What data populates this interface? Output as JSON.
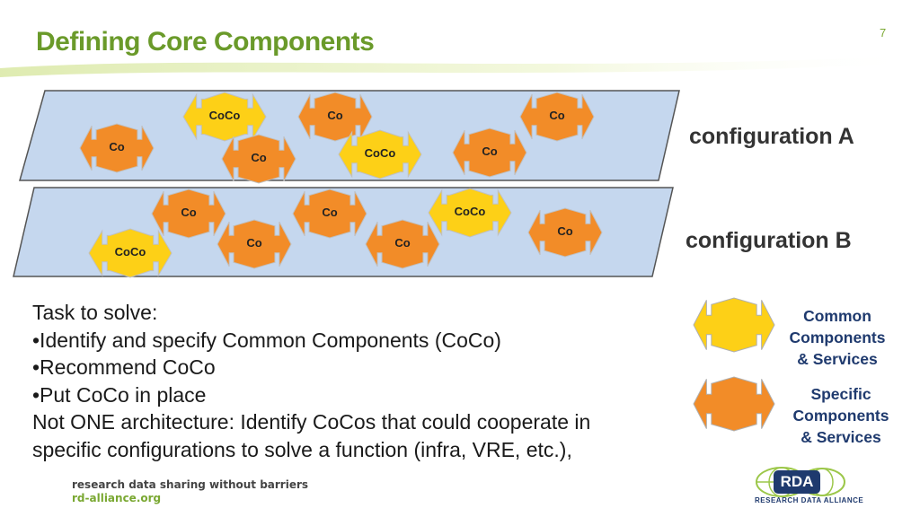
{
  "page": {
    "title": "Defining Core Components",
    "number": "7"
  },
  "configurations": [
    {
      "label": "configuration A"
    },
    {
      "label": "configuration B"
    }
  ],
  "components_a": [
    "CoCo",
    "Co",
    "Co",
    "Co",
    "Co",
    "CoCo",
    "Co"
  ],
  "components_b": [
    "Co",
    "Co",
    "CoCo",
    "Co",
    "Co",
    "Co",
    "CoCo"
  ],
  "task": {
    "heading": "Task to solve:",
    "bullets": [
      "•Identify and specify Common Components (CoCo)",
      "•Recommend CoCo",
      "•Put CoCo in place"
    ],
    "line1": "Not ONE architecture: Identify CoCos that could cooperate in",
    "line2": "specific configurations to solve a function (infra, VRE, etc.),"
  },
  "legend": {
    "common": [
      "Common",
      "Components",
      "& Services"
    ],
    "specific": [
      "Specific",
      "Components",
      "& Services"
    ]
  },
  "footer": {
    "tagline": "research data sharing without barriers",
    "url": "rd-alliance.org"
  },
  "logo": {
    "text": "RDA",
    "subtitle": "RESEARCH DATA ALLIANCE"
  },
  "colors": {
    "title": "#6a9a2a",
    "plane": "#c5d7ee",
    "coco": "#fdd017",
    "co": "#f28c28",
    "legend_text": "#1f3a6e"
  }
}
